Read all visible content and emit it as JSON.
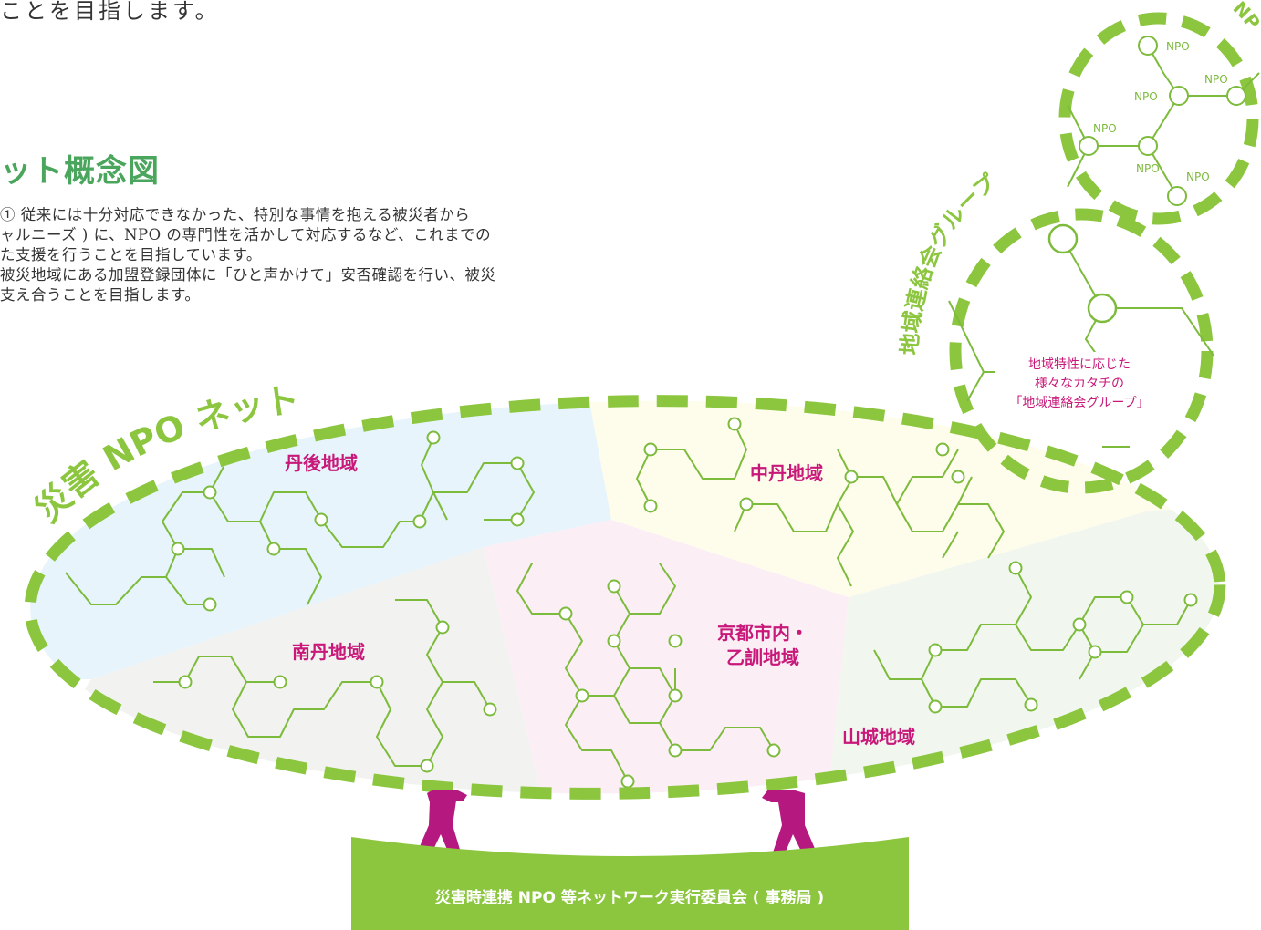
{
  "top_fragment": "ことを目指します。",
  "section_title": "ット概念図",
  "paragraph_lines": [
    "① 従来には十分対応できなかった、特別な事情を抱える被災者から",
    "ャルニーズ ) に、NPO の専門性を活かして対応するなど、これまでの",
    "た支援を行うことを目指しています。",
    "被災地域にある加盟登録団体に「ひと声かけて」安否確認を行い、被災",
    "支え合うことを目指します。"
  ],
  "main_network_label": "災害 NPO ネット",
  "regions": {
    "tango": "丹後地域",
    "chutan": "中丹地域",
    "nantan": "南丹地域",
    "kyoto_line1": "京都市内・",
    "kyoto_line2": "乙訓地域",
    "yamashiro": "山城地域"
  },
  "group_label": "地域連絡会グループ",
  "group_note_lines": [
    "地域特性に応じた",
    "様々なカタチの",
    "「地域連絡会グループ」"
  ],
  "npo_circle_label": "NP",
  "npo_node_label": "NPO",
  "footer_label": "災害時連携 NPO 等ネットワーク実行委員会 ( 事務局 )",
  "colors": {
    "accent_green": "#8cc63f",
    "line_green": "#7dbb3c",
    "title_green": "#4aa65c",
    "magenta": "#c8197a",
    "person": "#b5197f",
    "region_tango": "#e7f4fb",
    "region_chutan": "#fefdec",
    "region_nantan": "#f2f2f1",
    "region_kyoto": "#fceef5",
    "region_yamashiro": "#f1f6ef"
  }
}
